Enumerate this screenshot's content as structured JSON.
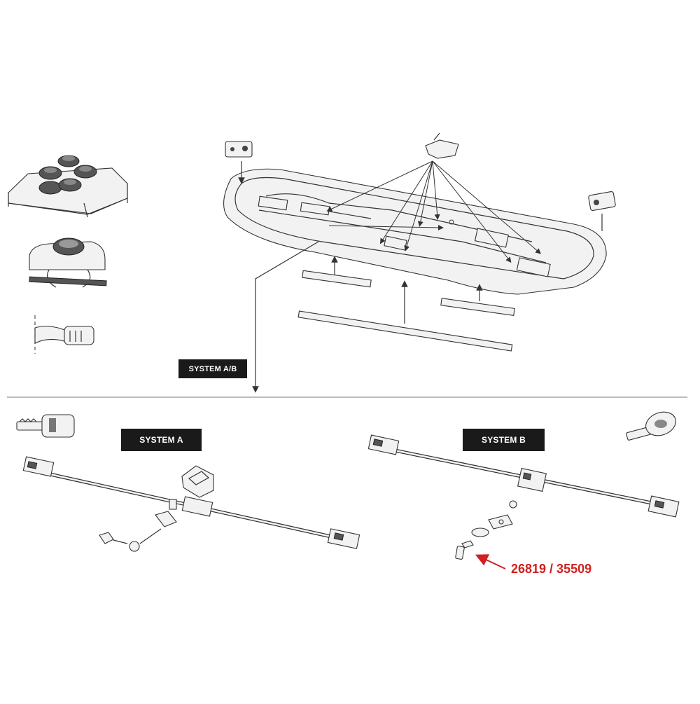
{
  "labels": {
    "system_ab": "SYSTEM A/B",
    "system_a": "SYSTEM A",
    "system_b": "SYSTEM B"
  },
  "callout": {
    "part_numbers": "26819 / 35509",
    "color": "#d21f1f"
  },
  "colors": {
    "label_background": "#1a1a1a",
    "label_text": "#ffffff",
    "divider": "#bdbdbd"
  }
}
